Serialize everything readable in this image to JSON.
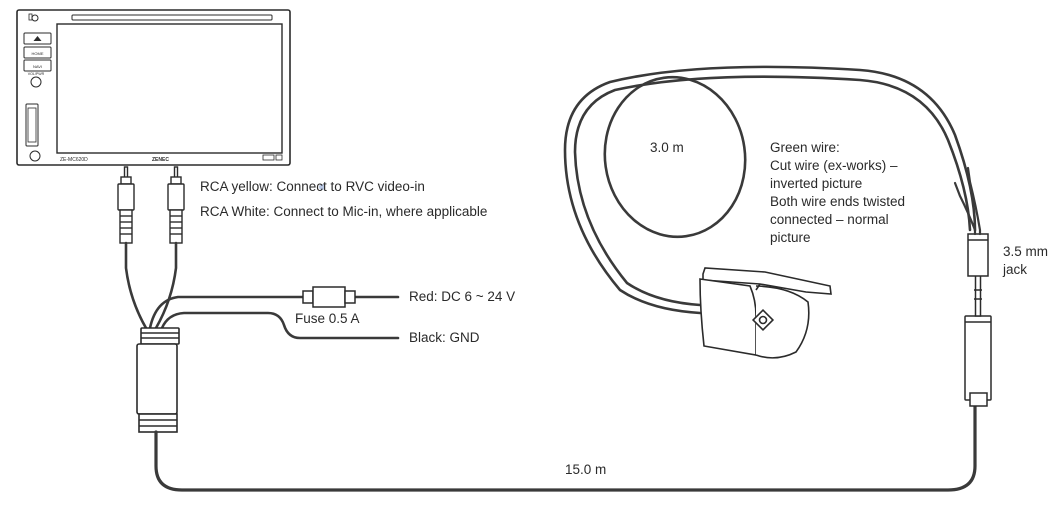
{
  "head_unit": {
    "model": "ZE-MC620D",
    "brand": "ZENEC",
    "button_labels": [
      "HOME",
      "NAVI"
    ],
    "knob_label": "VOL/PWR"
  },
  "labels": {
    "rca_yellow": "RCA yellow: Connect to RVC video-in",
    "rca_white": "RCA White: Connect to Mic-in, where applicable",
    "red_wire": "Red: DC 6 ~ 24 V",
    "fuse": "Fuse 0.5 A",
    "black_wire": "Black: GND",
    "coil_length": "3.0 m",
    "cable_length": "15.0 m",
    "jack": [
      "3.5 mm",
      "jack"
    ],
    "green_wire": [
      "Green wire:",
      "Cut wire (ex-works) –",
      "inverted picture",
      "Both wire ends twisted",
      "connected – normal",
      "picture"
    ]
  },
  "colors": {
    "outline": "#2b2b2b",
    "cable": "#3a3a3a",
    "label_text": "#2a2a2a",
    "background": "#ffffff"
  }
}
